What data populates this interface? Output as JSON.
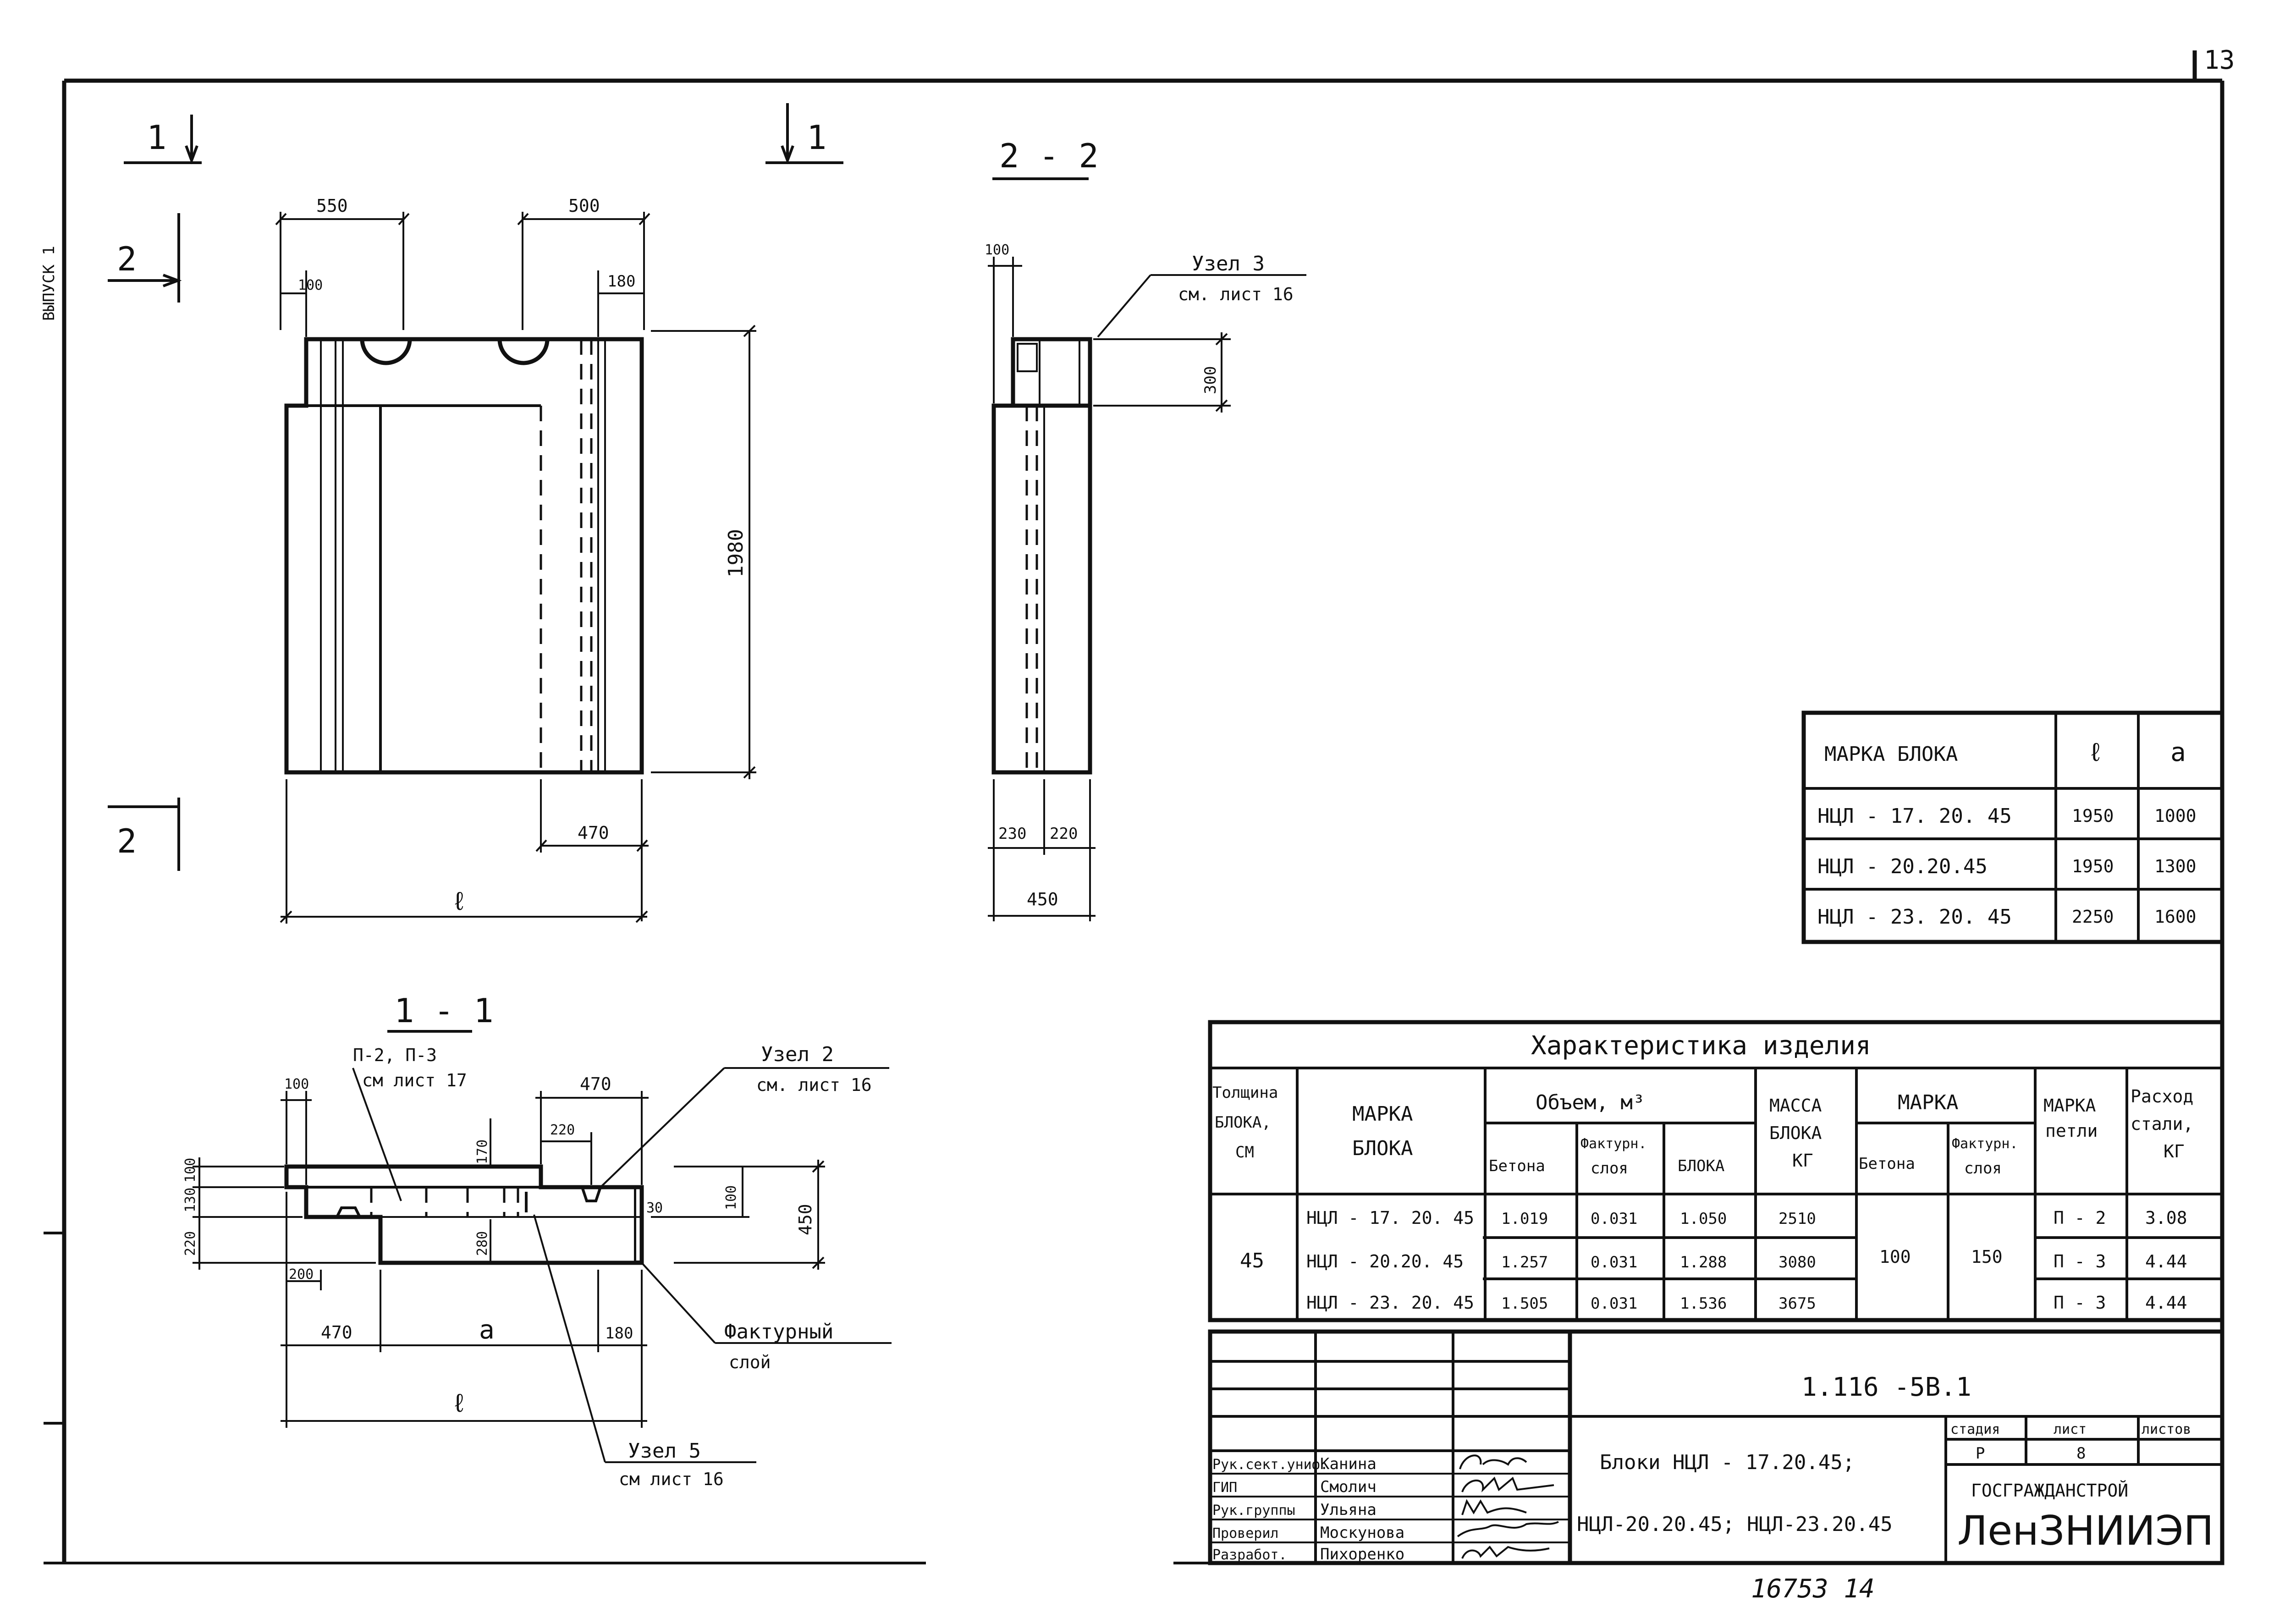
{
  "sheet": {
    "page_number": "13",
    "margin_note": "ВЫПУСК 1",
    "stamp_number": "16753  14"
  },
  "elevation": {
    "section_1": "1",
    "section_2": "2",
    "dim_550": "550",
    "dim_500": "500",
    "dim_100": "100",
    "dim_180": "180",
    "dim_1980": "1980",
    "dim_470": "470",
    "dim_l": "ℓ"
  },
  "section_2_2": {
    "title": "2 - 2",
    "dim_100": "100",
    "node3_line1": "Узел 3",
    "node3_line2": "см. лист 16",
    "dim_300": "300",
    "dim_230": "230",
    "dim_220": "220",
    "dim_450": "450"
  },
  "section_1_1": {
    "title": "1 - 1",
    "loops_line1": "П-2, П-3",
    "loops_line2": "см лист 17",
    "node2_line1": "Узел 2",
    "node2_line2": "см. лист 16",
    "dim_100": "100",
    "dim_470": "470",
    "dim_220": "220",
    "dim_170": "170",
    "dim_left_100": "100",
    "dim_left_130": "130",
    "dim_left_220": "220",
    "dim_30": "30",
    "dim_right_100": "100",
    "dim_450": "450",
    "dim_280": "280",
    "dim_200": "200",
    "dim_470b": "470",
    "dim_a": "a",
    "dim_180": "180",
    "dim_l": "ℓ",
    "facing_line1": "Фактурный",
    "facing_line2": "слой",
    "node5_line1": "Узел 5",
    "node5_line2": "см лист 16"
  },
  "marks_table": {
    "headers": [
      "МАРКА БЛОКА",
      "ℓ",
      "a"
    ],
    "rows": [
      [
        "НЦЛ - 17. 20. 45",
        "1950",
        "1000"
      ],
      [
        "НЦЛ - 20.20.45",
        "1950",
        "1300"
      ],
      [
        "НЦЛ - 23. 20. 45",
        "2250",
        "1600"
      ]
    ]
  },
  "characteristics": {
    "title": "Характеристика   изделия",
    "h_thickness": [
      "Толщина",
      "БЛОКА,",
      "СМ"
    ],
    "h_mark": [
      "МАРКА",
      "БЛОКА"
    ],
    "h_volume": "Объем, м³",
    "h_vol_concrete": "Бетона",
    "h_vol_facing": [
      "Фактурн.",
      "слоя"
    ],
    "h_vol_block": "БЛОКА",
    "h_mass": [
      "МАССА",
      "БЛОКА",
      "КГ"
    ],
    "h_grade": "МАРКА",
    "h_grade_concrete": "Бетона",
    "h_grade_facing": [
      "Фактурн.",
      "слоя"
    ],
    "h_loop": [
      "МАРКА",
      "петли"
    ],
    "h_steel": [
      "Расход",
      "стали,",
      "КГ"
    ],
    "thickness": "45",
    "grade_concrete": "100",
    "grade_facing": "150",
    "rows": [
      {
        "mark": "НЦЛ - 17. 20. 45",
        "v_concrete": "1.019",
        "v_facing": "0.031",
        "v_block": "1.050",
        "mass": "2510",
        "loop": "П - 2",
        "steel": "3.08"
      },
      {
        "mark": "НЦЛ - 20.20. 45",
        "v_concrete": "1.257",
        "v_facing": "0.031",
        "v_block": "1.288",
        "mass": "3080",
        "loop": "П - 3",
        "steel": "4.44"
      },
      {
        "mark": "НЦЛ - 23. 20. 45",
        "v_concrete": "1.505",
        "v_facing": "0.031",
        "v_block": "1.536",
        "mass": "3675",
        "loop": "П - 3",
        "steel": "4.44"
      }
    ]
  },
  "title_block": {
    "doc_code": "1.116 -5В.1",
    "roles": [
      "Рук.сект.униф.",
      "ГИП",
      "Рук.группы",
      "Проверил",
      "Разработ."
    ],
    "names": [
      "Канина",
      "Смолич",
      "Ульяна",
      "Москунова",
      "Пихоренко"
    ],
    "title_line1": "Блоки   НЦЛ - 17.20.45;",
    "title_line2": "НЦЛ-20.20.45; НЦЛ-23.20.45",
    "h_stage": "стадия",
    "h_sheet": "лист",
    "h_sheets": "листов",
    "stage": "Р",
    "sheet": "8",
    "sheets": "",
    "org_line1": "ГОСГРАЖДАНСТРОЙ",
    "org_line2": "ЛенЗНИИЭП"
  }
}
